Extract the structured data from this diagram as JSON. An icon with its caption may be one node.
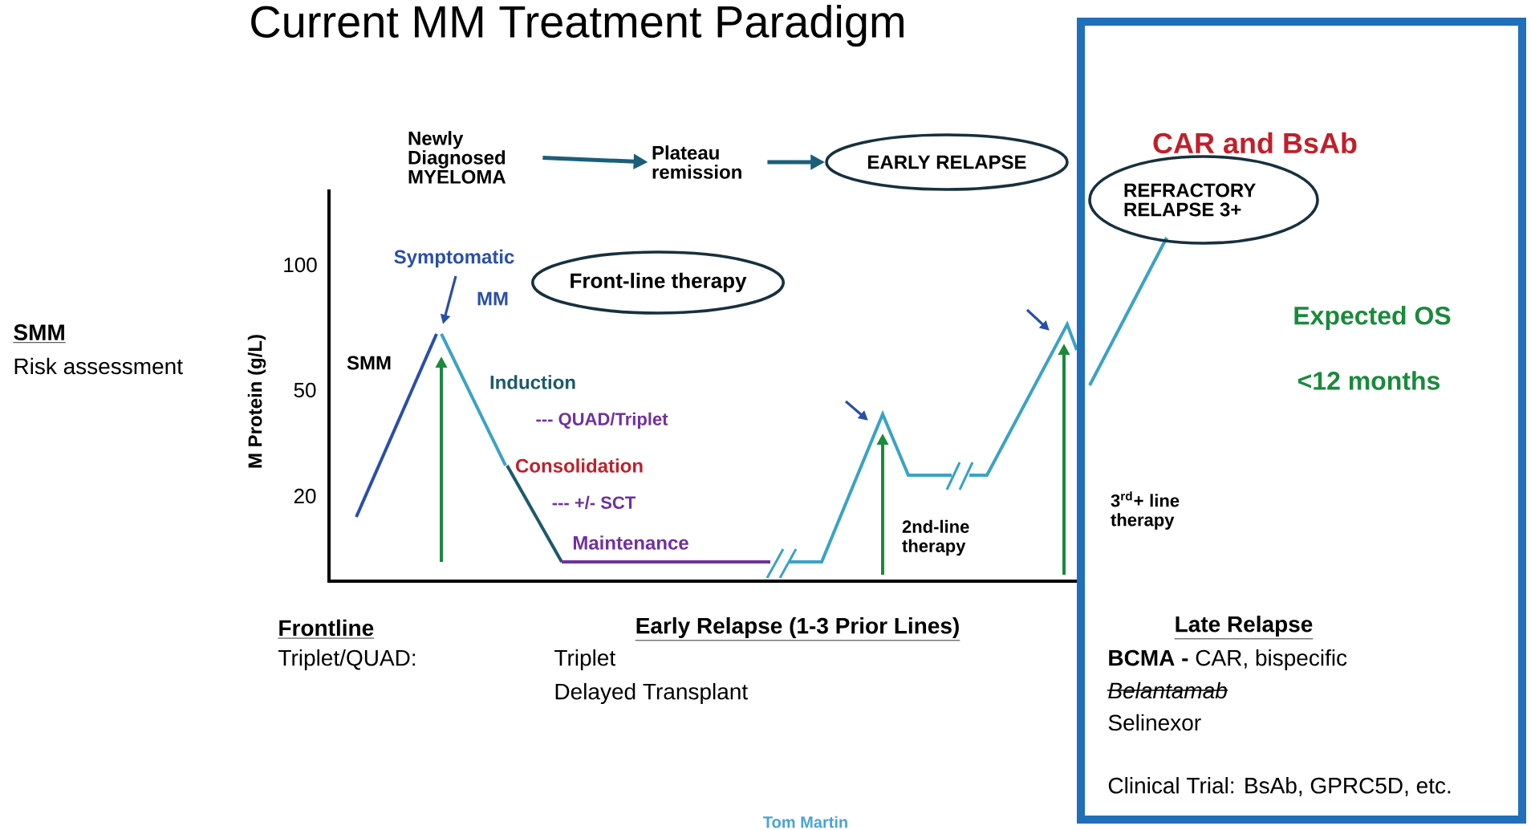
{
  "diagram": {
    "title": "Current MM Treatment Paradigm",
    "nodes": [
      {
        "text": [
          "Newly Diagnosed MYELOMA"
        ]
      },
      {
        "text": [
          "Plateau remission"
        ]
      },
      {
        "text": [
          "EARLY RELAPSE"
        ]
      },
      {
        "text": [
          "Front-line therapy"
        ]
      },
      {
        "text": [
          "CAR and BsAb",
          "Expected OS",
          "<12 months",
          "Late Relapse",
          "**BCMA  -** CAR, bispecific",
          "Belantamab",
          "Selinexor",
          "Clinical Trial: BsAb, GPRC5D, etc."
        ]
      },
      {
        "text": [
          "REFRACTORY RELAPSE 3+"
        ],
        "in": 4
      }
    ],
    "edges": [
      {
        "from": 0,
        "to": 1,
        "arrow": "to"
      },
      {
        "from": 1,
        "to": 2,
        "arrow": "to"
      }
    ],
    "labels": [
      "SMM",
      "Risk assessment",
      "100",
      "Symptomatic",
      "MM",
      "M Protein (g/L)",
      "SMM",
      "50",
      "Induction",
      "--- QUAD/Triplet",
      "Consolidation",
      "20",
      "--- +/- SCT",
      "Maintenance",
      "2nd-line therapy",
      "3$^{rd}$+ line therapy",
      "Frontline",
      "Triplet/QUAD:",
      "Early Relapse (1-3 Prior Lines)",
      "Triplet",
      "Delayed Transplant",
      "Tom Martin"
    ]
  }
}
